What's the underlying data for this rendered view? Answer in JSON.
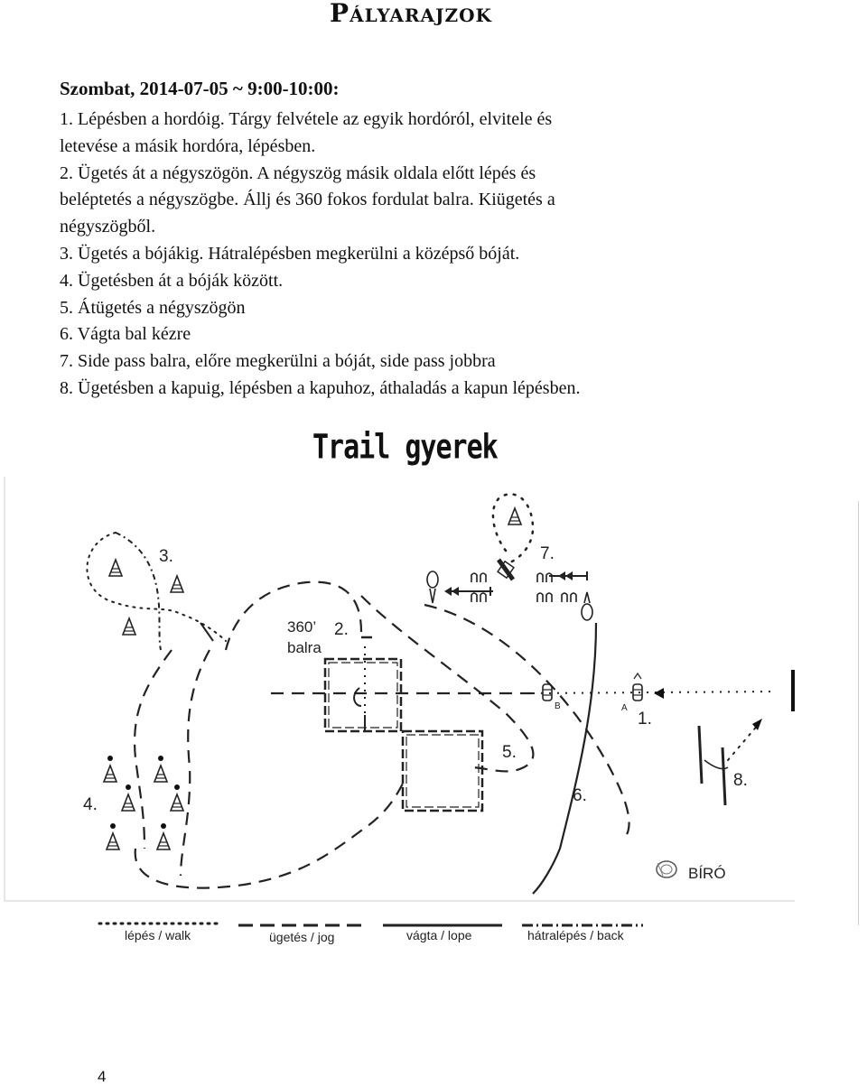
{
  "page": {
    "title": "Pályarajzok",
    "number": "4"
  },
  "session": {
    "heading": "Szombat, 2014-07-05 ~ 9:00-10:00:",
    "lines": [
      "1. Lépésben a hordóig. Tárgy felvétele az egyik hordóról, elvitele és",
      "letevése a másik hordóra, lépésben.",
      "2. Ügetés át a négyszögön. A négyszög másik oldala előtt lépés és",
      "beléptetés a négyszögbe. Állj és 360 fokos fordulat balra. Kiügetés a",
      "négyszögből.",
      "3. Ügetés a bójákig. Hátralépésben megkerülni a középső bóját.",
      "4. Ügetésben át a bóják között.",
      "5. Átügetés a négyszögön",
      "6. Vágta bal kézre",
      "7. Side pass balra, előre megkerülni a bóját, side pass jobbra",
      "8. Ügetésben a kapuig, lépésben a kapuhoz, áthaladás a kapun lépésben."
    ]
  },
  "diagram": {
    "title": "Trail gyerek",
    "labels": {
      "obstacle_3": "3.",
      "obstacle_7": "7.",
      "turn_360": "360’",
      "turn_direction": "balra",
      "obstacle_2": "2.",
      "obstacle_1": "1.",
      "obstacle_5": "5.",
      "obstacle_4": "4.",
      "obstacle_6": "6.",
      "obstacle_8": "8.",
      "barrel_b": "B",
      "barrel_a": "A",
      "judge": "BÍRÓ"
    },
    "icons": [
      "cone-icon",
      "pole-icon",
      "barrel-icon",
      "mailbox-icon",
      "gate-icon",
      "judge-icon"
    ]
  },
  "legend": {
    "walk": "lépés / walk",
    "jog": "ügetés / jog",
    "lope": "vágta / lope",
    "back": "hátralépés / back"
  }
}
